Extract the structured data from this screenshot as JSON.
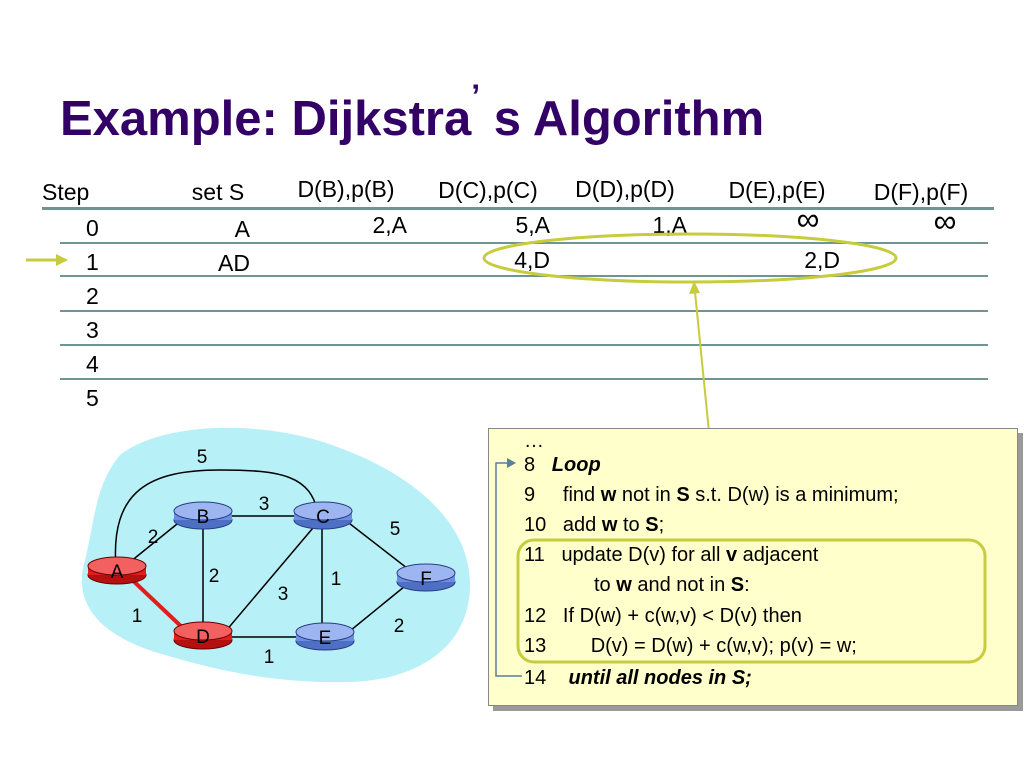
{
  "title": "Example: Dijkstra",
  "title_apos": "’",
  "title_suffix": "s Algorithm",
  "table": {
    "headers": [
      "Step",
      "set S",
      "D(B),p(B)",
      "D(C),p(C)",
      "D(D),p(D)",
      "D(E),p(E)",
      "D(F),p(F)"
    ],
    "steps": [
      "0",
      "1",
      "2",
      "3",
      "4",
      "5"
    ],
    "row0": {
      "set": "A",
      "B": "2,A",
      "C": "5,A",
      "D": "1,A",
      "E": "∞",
      "F": "∞"
    },
    "row1": {
      "set": "AD",
      "C": "4,D",
      "E": "2,D"
    }
  },
  "graph": {
    "nodes": [
      "A",
      "B",
      "C",
      "D",
      "E",
      "F"
    ],
    "weights": {
      "AC": "5",
      "BC": "3",
      "AB": "2",
      "CF": "5",
      "BD": "2",
      "DC": "3",
      "CE": "1",
      "AD": "1",
      "EF": "2",
      "DE": "1"
    }
  },
  "algorithm": {
    "l0": "…",
    "l8_num": "8",
    "l8_kw": "Loop",
    "l9_num": "9",
    "l9_a": "find ",
    "l9_w": "w",
    "l9_b": " not in ",
    "l9_s": "S",
    "l9_c": " s.t. D(w) is a minimum;",
    "l10_num": "10",
    "l10_a": "add ",
    "l10_w": "w",
    "l10_b": " to ",
    "l10_s": "S",
    "l10_c": ";",
    "l11_num": "11",
    "l11_a": "update D(v) for all ",
    "l11_v": "v",
    "l11_b": " adjacent",
    "l11b_a": "to ",
    "l11b_w": "w",
    "l11b_b": " and not in ",
    "l11b_s": "S",
    "l11b_c": ":",
    "l12_num": "12",
    "l12_text": "If D(w) + c(w,v) < D(v) then",
    "l13_num": "13",
    "l13_text": "D(v) = D(w) + c(w,v); p(v) = w;",
    "l14_num": "14",
    "l14_kw": "until all nodes in S;"
  },
  "colors": {
    "title": "#330066",
    "node_blue": "#6b8ee0",
    "node_red": "#e31c1c",
    "highlight": "#c7cc3c",
    "blob": "#b8f0f8",
    "box": "#ffffcc"
  }
}
